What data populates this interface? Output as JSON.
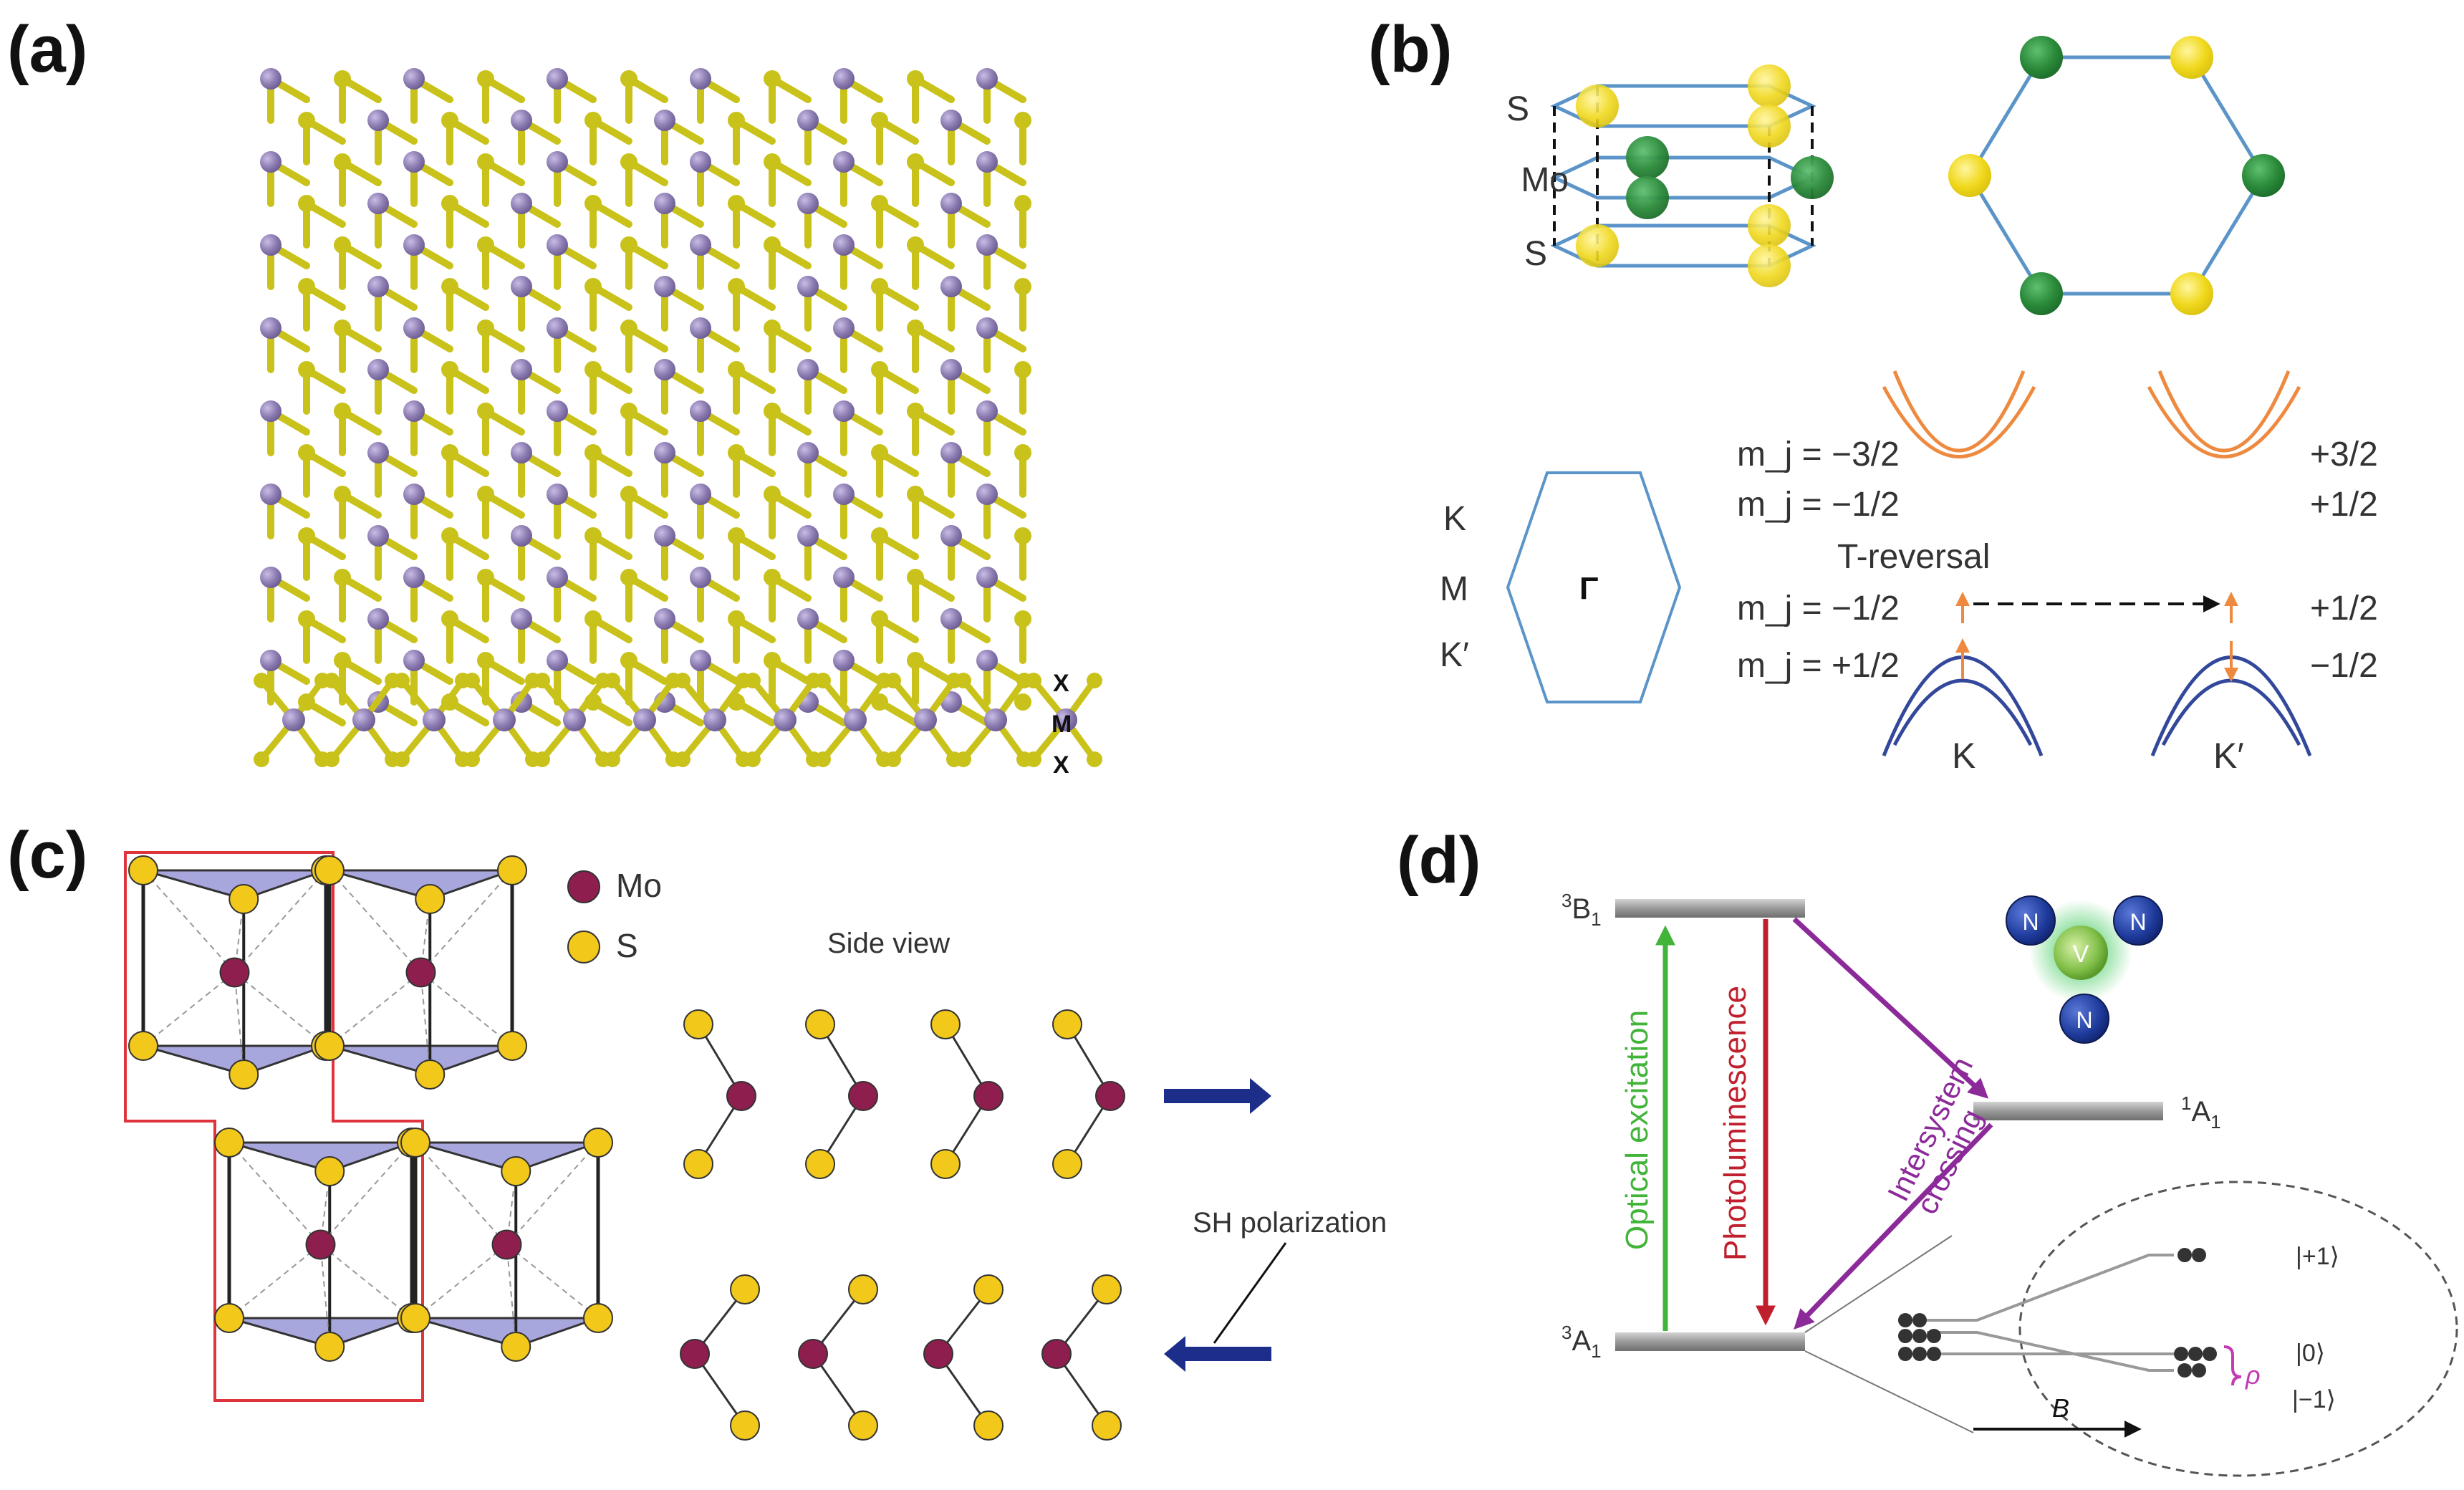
{
  "panel_labels": {
    "a": "(a)",
    "b": "(b)",
    "c": "(c)",
    "d": "(d)"
  },
  "colors": {
    "mo_lattice": "#8b7bb0",
    "s_lattice": "#c9c21a",
    "s_yellow": "#f2d71b",
    "mo_green": "#2a8a3a",
    "hex_blue": "#5b94c8",
    "band_orange": "#ee8a40",
    "band_blue": "#33489a",
    "mo_maroon": "#8e1e4e",
    "triangle_lavender": "#a7a6dd",
    "cell_red": "#e0343c",
    "arrow_navy": "#1d2e8a",
    "green_arrow": "#42b43a",
    "red_arrow": "#c0202e",
    "purple_arrow": "#8c2a9a",
    "n_blue": "#1d3a9a",
    "v_green": "#82c04a"
  },
  "panel_a": {
    "layer_labels": [
      "X",
      "M",
      "X"
    ]
  },
  "panel_b": {
    "atom_labels": [
      "S",
      "Mo",
      "S"
    ],
    "bz_labels": {
      "k": "K",
      "m": "M",
      "kprime": "K′",
      "gamma": "Γ"
    },
    "left_mj": [
      "m_j = −3/2",
      "m_j = −1/2",
      "m_j = −1/2",
      "m_j = +1/2"
    ],
    "right_mj": [
      "+3/2",
      "+1/2",
      "+1/2",
      "−1/2"
    ],
    "t_reversal": "T-reversal",
    "valleys": [
      "K",
      "K′"
    ]
  },
  "panel_c": {
    "legend": [
      {
        "label": "Mo",
        "color": "#8e1e4e"
      },
      {
        "label": "S",
        "color": "#f2c81b"
      }
    ],
    "side_view": "Side view",
    "sh_polarization": "SH polarization"
  },
  "panel_d": {
    "levels": {
      "b1": {
        "sup": "3",
        "main": "B",
        "sub": "1"
      },
      "a1_singlet": {
        "sup": "1",
        "main": "A",
        "sub": "1"
      },
      "a1_ground": {
        "sup": "3",
        "main": "A",
        "sub": "1"
      }
    },
    "arrows": {
      "optical": "Optical excitation",
      "pl": "Photoluminescence",
      "isc_1": "Intersystem",
      "isc_2": "crossing"
    },
    "atoms": [
      "N",
      "N",
      "N",
      "V"
    ],
    "states": [
      "|+1⟩",
      "|0⟩",
      "|−1⟩"
    ],
    "rho": "ρ",
    "field": "B"
  }
}
